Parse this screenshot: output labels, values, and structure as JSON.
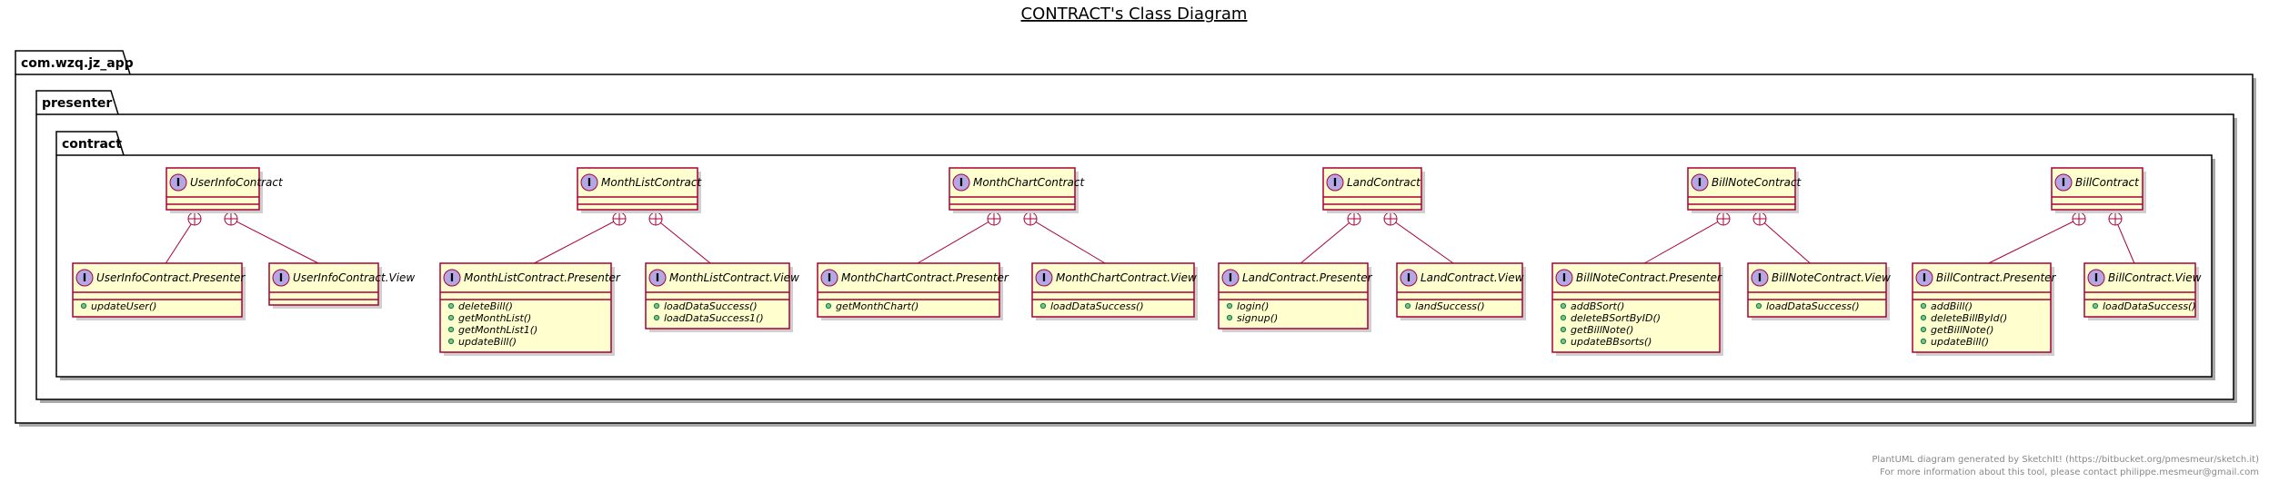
{
  "diagram": {
    "title": "CONTRACT's Class Diagram",
    "packages": [
      "com.wzq.jz_app",
      "presenter",
      "contract"
    ],
    "groups": [
      {
        "interface": "UserInfoContract",
        "presenter": {
          "name": "UserInfoContract.Presenter",
          "methods": [
            "updateUser()"
          ]
        },
        "view": {
          "name": "UserInfoContract.View",
          "methods": []
        }
      },
      {
        "interface": "MonthListContract",
        "presenter": {
          "name": "MonthListContract.Presenter",
          "methods": [
            "deleteBill()",
            "getMonthList()",
            "getMonthList1()",
            "updateBill()"
          ]
        },
        "view": {
          "name": "MonthListContract.View",
          "methods": [
            "loadDataSuccess()",
            "loadDataSuccess1()"
          ]
        }
      },
      {
        "interface": "MonthChartContract",
        "presenter": {
          "name": "MonthChartContract.Presenter",
          "methods": [
            "getMonthChart()"
          ]
        },
        "view": {
          "name": "MonthChartContract.View",
          "methods": [
            "loadDataSuccess()"
          ]
        }
      },
      {
        "interface": "LandContract",
        "presenter": {
          "name": "LandContract.Presenter",
          "methods": [
            "login()",
            "signup()"
          ]
        },
        "view": {
          "name": "LandContract.View",
          "methods": [
            "landSuccess()"
          ]
        }
      },
      {
        "interface": "BillNoteContract",
        "presenter": {
          "name": "BillNoteContract.Presenter",
          "methods": [
            "addBSort()",
            "deleteBSortByID()",
            "getBillNote()",
            "updateBBsorts()"
          ]
        },
        "view": {
          "name": "BillNoteContract.View",
          "methods": [
            "loadDataSuccess()"
          ]
        }
      },
      {
        "interface": "BillContract",
        "presenter": {
          "name": "BillContract.Presenter",
          "methods": [
            "addBill()",
            "deleteBillById()",
            "getBillNote()",
            "updateBill()"
          ]
        },
        "view": {
          "name": "BillContract.View",
          "methods": [
            "loadDataSuccess()"
          ]
        }
      }
    ],
    "stereotype_letter": "I",
    "footer": [
      "PlantUML diagram generated by SketchIt! (https://bitbucket.org/pmesmeur/sketch.it)",
      "For more information about this tool, please contact philippe.mesmeur@gmail.com"
    ]
  },
  "colors": {
    "class_fill": "#FEFECE",
    "class_border": "#A80036",
    "interface_circle": "#B4A7E5",
    "public_dot": "#84BE84",
    "footer_text": "#888888"
  }
}
